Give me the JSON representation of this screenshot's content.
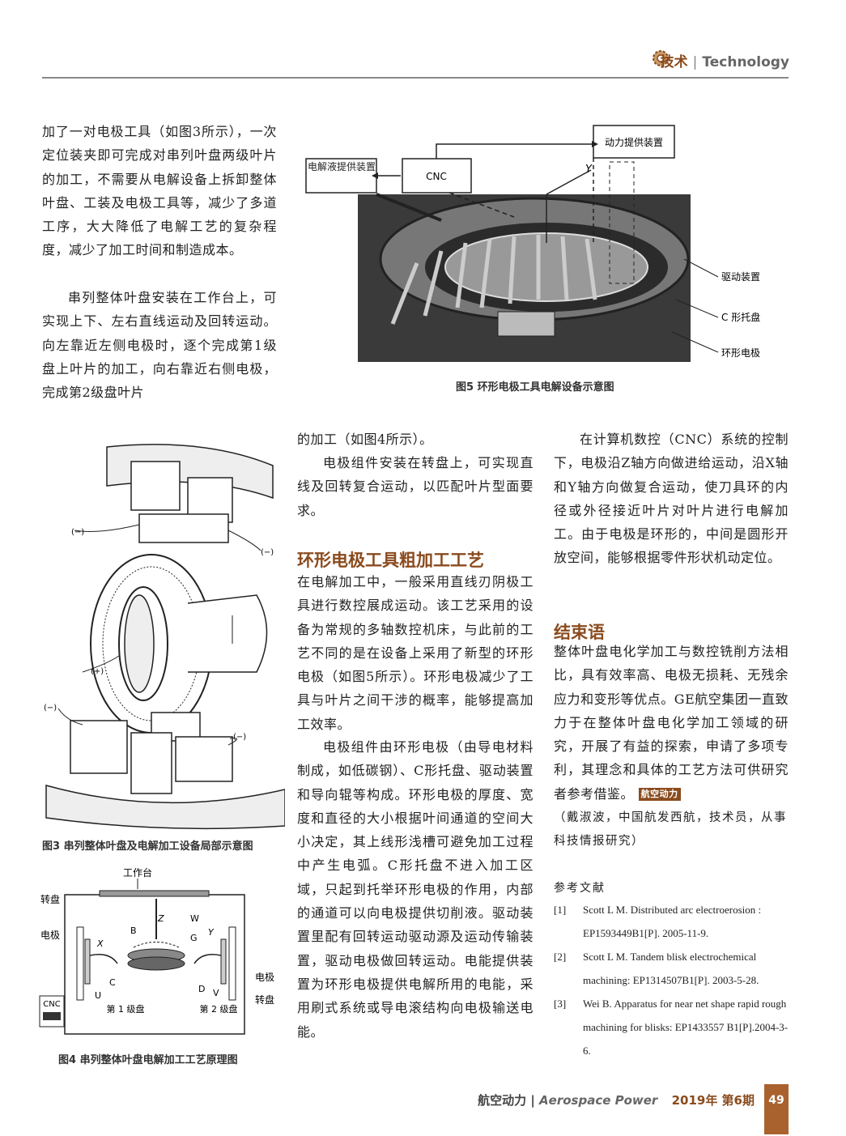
{
  "header": {
    "section_zh": "技术",
    "section_en": "Technology"
  },
  "col1_top": "加了一对电极工具（如图3所示），一次定位装夹即可完成对串列叶盘两级叶片的加工，不需要从电解设备上拆卸整体叶盘、工装及电极工具等，减少了多道工序，大大降低了电解工艺的复杂程度，减少了加工时间和制造成本。",
  "col1_p2": "串列整体叶盘安装在工作台上，可实现上下、左右直线运动及回转运动。向左靠近左侧电极时，逐个完成第1级盘上叶片的加工，向右靠近右侧电极，完成第2级盘叶片",
  "fig5": {
    "caption": "图5  环形电极工具电解设备示意图",
    "labels": {
      "power": "动力提供装置",
      "electrolyte": "电解液提供装置",
      "cnc": "CNC",
      "y": "Y",
      "drive": "驱动装置",
      "c_tray": "C 形托盘",
      "ring": "环形电极"
    }
  },
  "fig3": {
    "caption": "图3  串列整体叶盘及电解加工设备局部示意图",
    "labels": {
      "minus": "(−)",
      "plus": "(+)"
    }
  },
  "fig4": {
    "caption": "图4  串列整体叶盘电解加工工艺原理图",
    "labels": {
      "table": "工作台",
      "turntable": "转盘",
      "electrode": "电极",
      "cnc": "CNC",
      "x": "X",
      "u": "U",
      "c": "C",
      "b": "B",
      "z": "Z",
      "w": "W",
      "g": "G",
      "y": "Y",
      "d": "D",
      "v": "V",
      "stage1": "第 1 级盘",
      "stage2": "第 2 级盘"
    }
  },
  "col2_top": "的加工（如图4所示）。",
  "col2_p2": "电极组件安装在转盘上，可实现直线及回转复合运动，以匹配叶片型面要求。",
  "section1_title": "环形电极工具粗加工工艺",
  "col2_p3": "在电解加工中，一般采用直线刃阴极工具进行数控展成运动。该工艺采用的设备为常规的多轴数控机床，与此前的工艺不同的是在设备上采用了新型的环形电极（如图5所示）。环形电极减少了工具与叶片之间干涉的概率，能够提高加工效率。",
  "col2_p4": "电极组件由环形电极（由导电材料制成，如低碳钢）、C形托盘、驱动装置和导向辊等构成。环形电极的厚度、宽度和直径的大小根据叶间通道的空间大小决定，其上线形浅槽可避免加工过程中产生电弧。C形托盘不进入加工区域，只起到托举环形电极的作用，内部的通道可以向电极提供切削液。驱动装置里配有回转运动驱动源及运动传输装置，驱动电极做回转运动。电能提供装置为环形电极提供电解所用的电能，采用刷式系统或导电滚结构向电极输送电能。",
  "col3_p1": "在计算机数控（CNC）系统的控制下，电极沿Z轴方向做进给运动，沿X轴和Y轴方向做复合运动，使刀具环的内径或外径接近叶片对叶片进行电解加工。由于电极是环形的，中间是圆形开放空间，能够根据零件形状机动定位。",
  "section2_title": "结束语",
  "col3_p2": "整体叶盘电化学加工与数控铣削方法相比，具有效率高、电极无损耗、无残余应力和变形等优点。GE航空集团一直致力于在整体叶盘电化学加工领域的研究，开展了有益的探索，申请了多项专利，其理念和具体的工艺方法可供研究者参考借鉴。",
  "badge": "航空动力",
  "author": "（戴淑波，中国航发西航，技术员，从事科技情报研究）",
  "refs_title": "参考文献",
  "refs": [
    {
      "n": "[1]",
      "t": "Scott L M. Distributed arc electroerosion : EP1593449B1[P]. 2005-11-9."
    },
    {
      "n": "[2]",
      "t": "Scott L M. Tandem blisk electrochemical machining: EP1314507B1[P]. 2003-5-28."
    },
    {
      "n": "[3]",
      "t": "Wei B. Apparatus for near net shape rapid rough machining for blisks: EP1433557 B1[P].2004-3-6."
    }
  ],
  "footer": {
    "journal_zh": "航空动力",
    "journal_en": "Aerospace Power",
    "issue": "2019年 第6期",
    "page": "49"
  }
}
